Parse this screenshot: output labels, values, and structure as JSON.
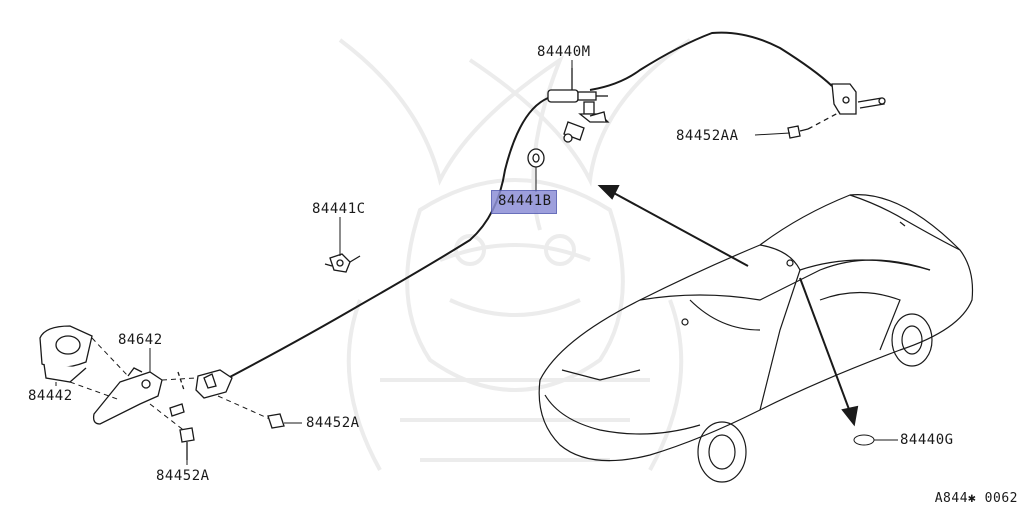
{
  "diagram": {
    "parts": {
      "p84440M": "84440M",
      "p84452AA": "84452AA",
      "p84441C": "84441C",
      "p84441B": "84441B",
      "p84642": "84642",
      "p84442": "84442",
      "p84452A_right": "84452A",
      "p84452A_bottom": "84452A",
      "p84440G": "84440G"
    },
    "highlighted_part": "84441B",
    "reference": "A844✱ 0062"
  },
  "colors": {
    "line": "#1a1a1a",
    "highlight": "#8c8fd6",
    "watermark": "#ececec"
  }
}
